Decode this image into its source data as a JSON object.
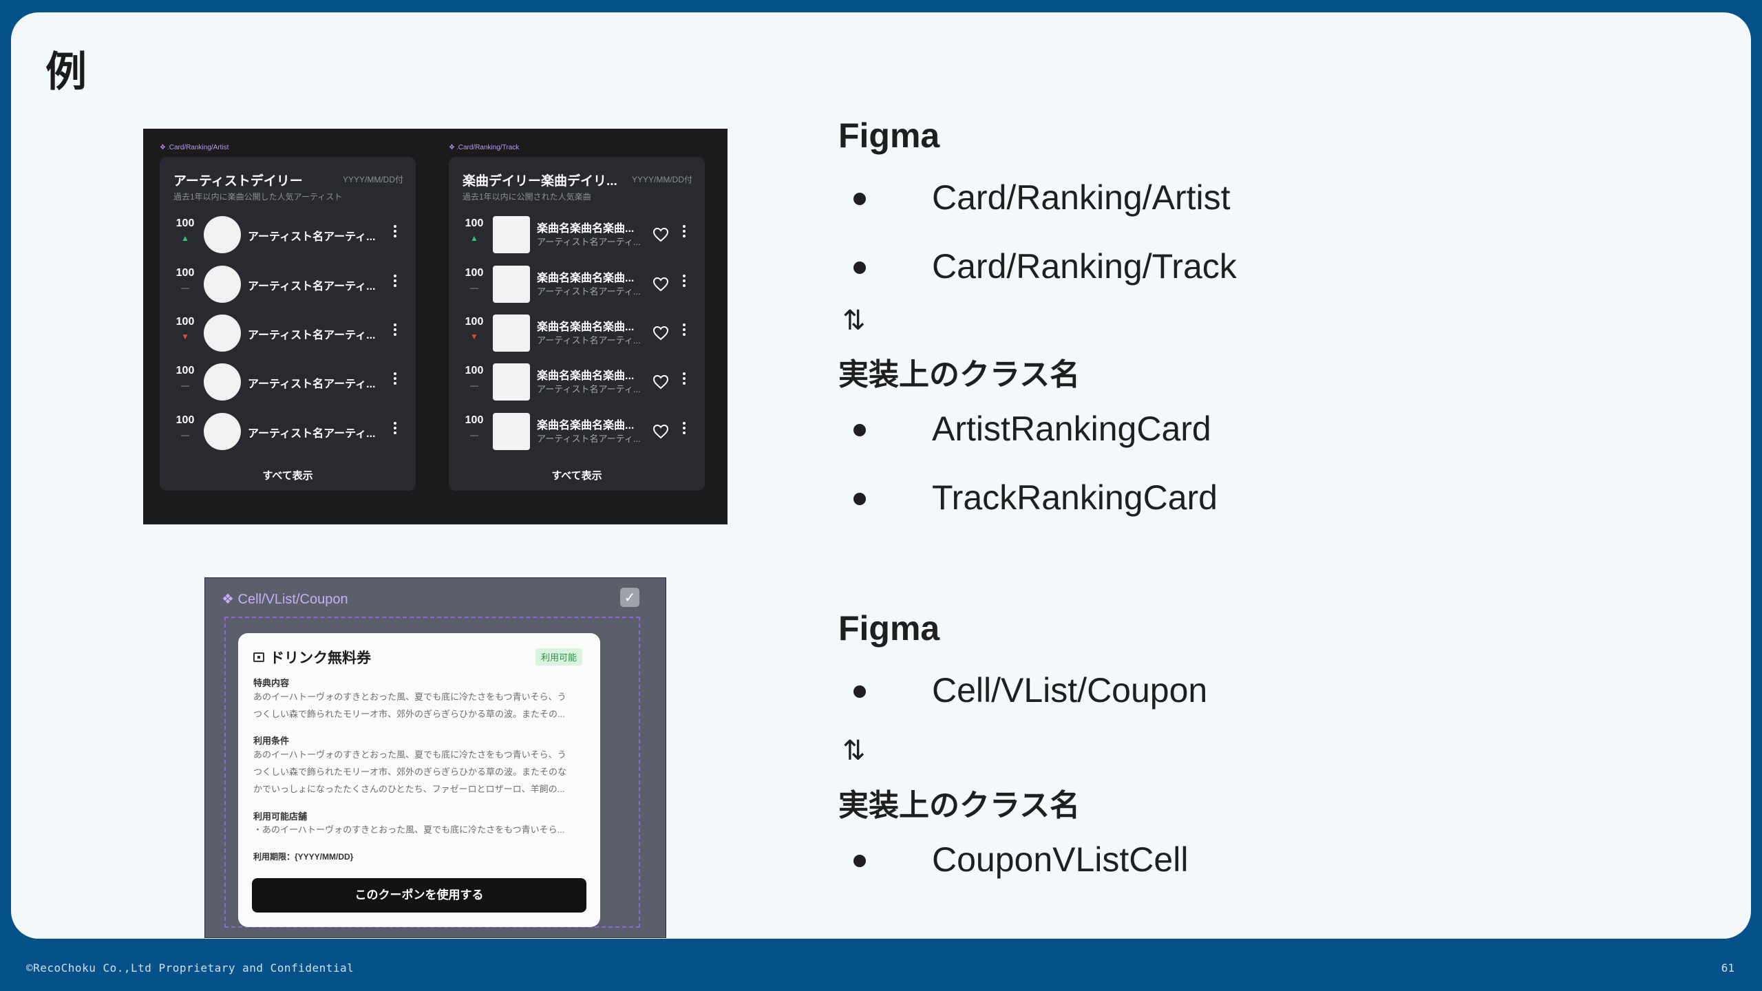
{
  "slide": {
    "title": "例",
    "footer": "©RecoChoku Co.,Ltd Proprietary and Confidential",
    "page_number": "61"
  },
  "ranking_screenshot": {
    "artist_card": {
      "component_label": ".Card/Ranking/Artist",
      "title": "アーティストデイリー",
      "date": "YYYY/MM/DD付",
      "subtitle": "過去1年以内に楽曲公開した人気アーティスト",
      "rows": [
        {
          "rank": "100",
          "trend": "up",
          "name": "アーティスト名アーティ..."
        },
        {
          "rank": "100",
          "trend": "flat",
          "name": "アーティスト名アーティ..."
        },
        {
          "rank": "100",
          "trend": "down",
          "name": "アーティスト名アーティ..."
        },
        {
          "rank": "100",
          "trend": "flat",
          "name": "アーティスト名アーティ..."
        },
        {
          "rank": "100",
          "trend": "flat",
          "name": "アーティスト名アーティ..."
        }
      ],
      "show_all": "すべて表示"
    },
    "track_card": {
      "component_label": ".Card/Ranking/Track",
      "title": "楽曲デイリー楽曲デイリ...",
      "date": "YYYY/MM/DD付",
      "subtitle": "過去1年以内に公開された人気楽曲",
      "rows": [
        {
          "rank": "100",
          "trend": "up",
          "title": "楽曲名楽曲名楽曲...",
          "artist": "アーティスト名アーティ..."
        },
        {
          "rank": "100",
          "trend": "flat",
          "title": "楽曲名楽曲名楽曲...",
          "artist": "アーティスト名アーティ..."
        },
        {
          "rank": "100",
          "trend": "down",
          "title": "楽曲名楽曲名楽曲...",
          "artist": "アーティスト名アーティ..."
        },
        {
          "rank": "100",
          "trend": "flat",
          "title": "楽曲名楽曲名楽曲...",
          "artist": "アーティスト名アーティ..."
        },
        {
          "rank": "100",
          "trend": "flat",
          "title": "楽曲名楽曲名楽曲...",
          "artist": "アーティスト名アーティ..."
        }
      ],
      "show_all": "すべて表示"
    }
  },
  "coupon_screenshot": {
    "component_label": "Cell/VList/Coupon",
    "title": "ドリンク無料券",
    "badge": "利用可能",
    "sections": [
      {
        "heading": "特典内容",
        "lines": [
          "あのイーハトーヴォのすきとおった風、夏でも底に冷たさをもつ青いそら、う",
          "つくしい森で飾られたモリーオ市、郊外のぎらぎらひかる草の波。またその..."
        ]
      },
      {
        "heading": "利用条件",
        "lines": [
          "あのイーハトーヴォのすきとおった風、夏でも底に冷たさをもつ青いそら、う",
          "つくしい森で飾られたモリーオ市、郊外のぎらぎらひかる草の波。またそのな",
          "かでいっしょになったたくさんのひとたち、ファゼーロとロザーロ、羊飼の..."
        ]
      },
      {
        "heading": "利用可能店舗",
        "lines": [
          "・あのイーハトーヴォのすきとおった風、夏でも底に冷たさをもつ青いそら..."
        ]
      }
    ],
    "expiry": "利用期限：{YYYY/MM/DD}",
    "button": "このクーポンを使用する"
  },
  "right_column": {
    "block1": {
      "heading": "Figma",
      "figma_items": [
        "Card/Ranking/Artist",
        "Card/Ranking/Track"
      ],
      "swap_symbol": "⇅",
      "class_heading": "実装上のクラス名",
      "class_items": [
        "ArtistRankingCard",
        "TrackRankingCard"
      ]
    },
    "block2": {
      "heading": "Figma",
      "figma_items": [
        "Cell/VList/Coupon"
      ],
      "swap_symbol": "⇅",
      "class_heading": "実装上のクラス名",
      "class_items": [
        "CouponVListCell"
      ]
    }
  },
  "colors": {
    "frame": "#06518a",
    "slide_bg": "#f3f8fb",
    "card_bg": "#282a30",
    "trend_up": "#34c474",
    "trend_down": "#e0473d",
    "figma_component": "#b08cf2"
  }
}
